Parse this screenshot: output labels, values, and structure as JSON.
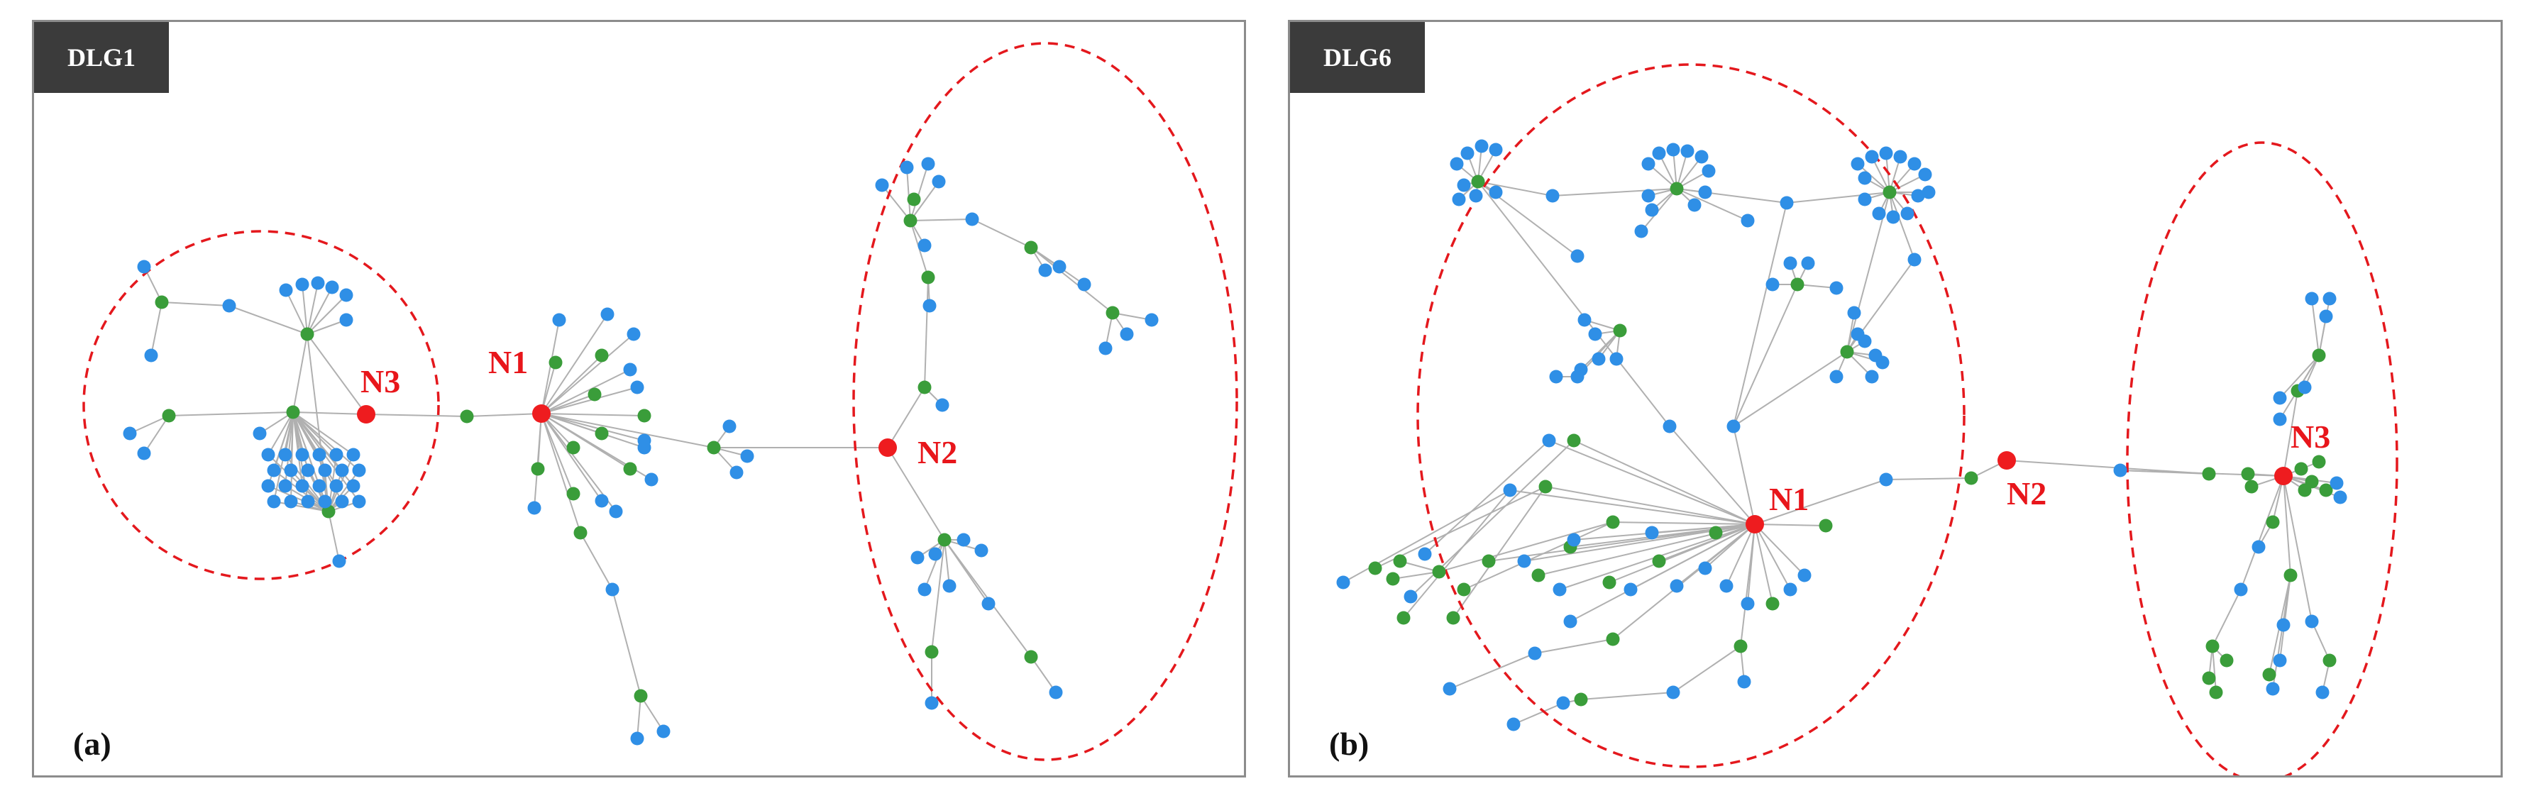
{
  "panels": [
    {
      "id": "a",
      "tag": "DLG1",
      "label": "(a)",
      "hub_labels": [
        "N1",
        "N2",
        "N3"
      ]
    },
    {
      "id": "b",
      "tag": "DLG6",
      "label": "(b)",
      "hub_labels": [
        "N1",
        "N2",
        "N3"
      ]
    }
  ],
  "colors": {
    "hub": "#ee1c1f",
    "intermediate": "#3a9d3a",
    "leaf": "#2f8fe6",
    "edge": "#b0b0b0",
    "cluster_outline": "#e4181d",
    "tag_background": "#3b3b3b",
    "frame": "#8c8c8c"
  },
  "legend_semantics": {
    "red": "hub node",
    "green": "intermediate node",
    "blue": "leaf node"
  }
}
